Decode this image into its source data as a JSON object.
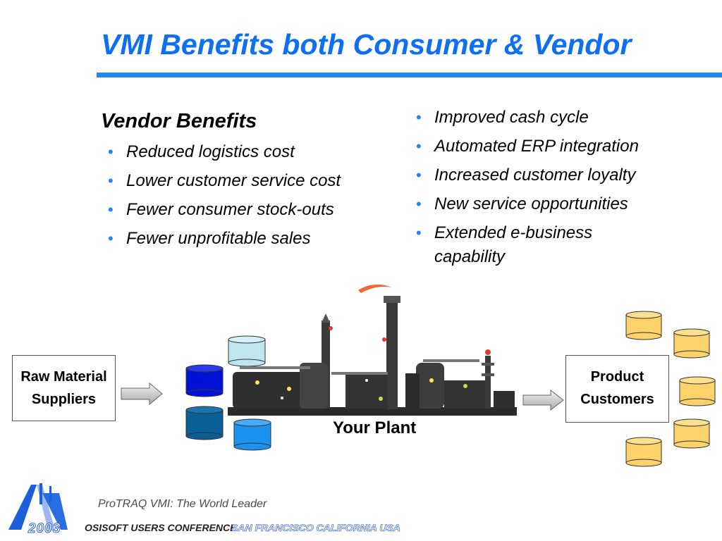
{
  "slide": {
    "title": "VMI Benefits both Consumer & Vendor",
    "vendor_heading": "Vendor Benefits",
    "vendor_benefits": [
      "Reduced logistics cost",
      "Lower customer service cost",
      "Fewer consumer stock-outs",
      "Fewer unprofitable sales"
    ],
    "more_benefits": [
      "Improved cash cycle",
      "Automated ERP integration",
      "Increased customer loyalty",
      "New service opportunities",
      "Extended e-business capability"
    ]
  },
  "diagram": {
    "supplier_label_line1": "Raw Material",
    "supplier_label_line2": "Suppliers",
    "plant_label": "Your Plant",
    "customer_label_line1": "Product",
    "customer_label_line2": "Customers"
  },
  "footer": {
    "tagline": "ProTRAQ VMI: The World Leader",
    "conference_year": "2003",
    "conference_name": "OSISOFT USERS CONFERENCE",
    "conference_location": "SAN FRANCISCO CALIFORNIA USA"
  },
  "colors": {
    "title_blue": "#0f6ff2",
    "bullet_blue": "#1f86f2",
    "product_yellow": "#fdd26a",
    "plant_dark": "#2a2a2a"
  }
}
